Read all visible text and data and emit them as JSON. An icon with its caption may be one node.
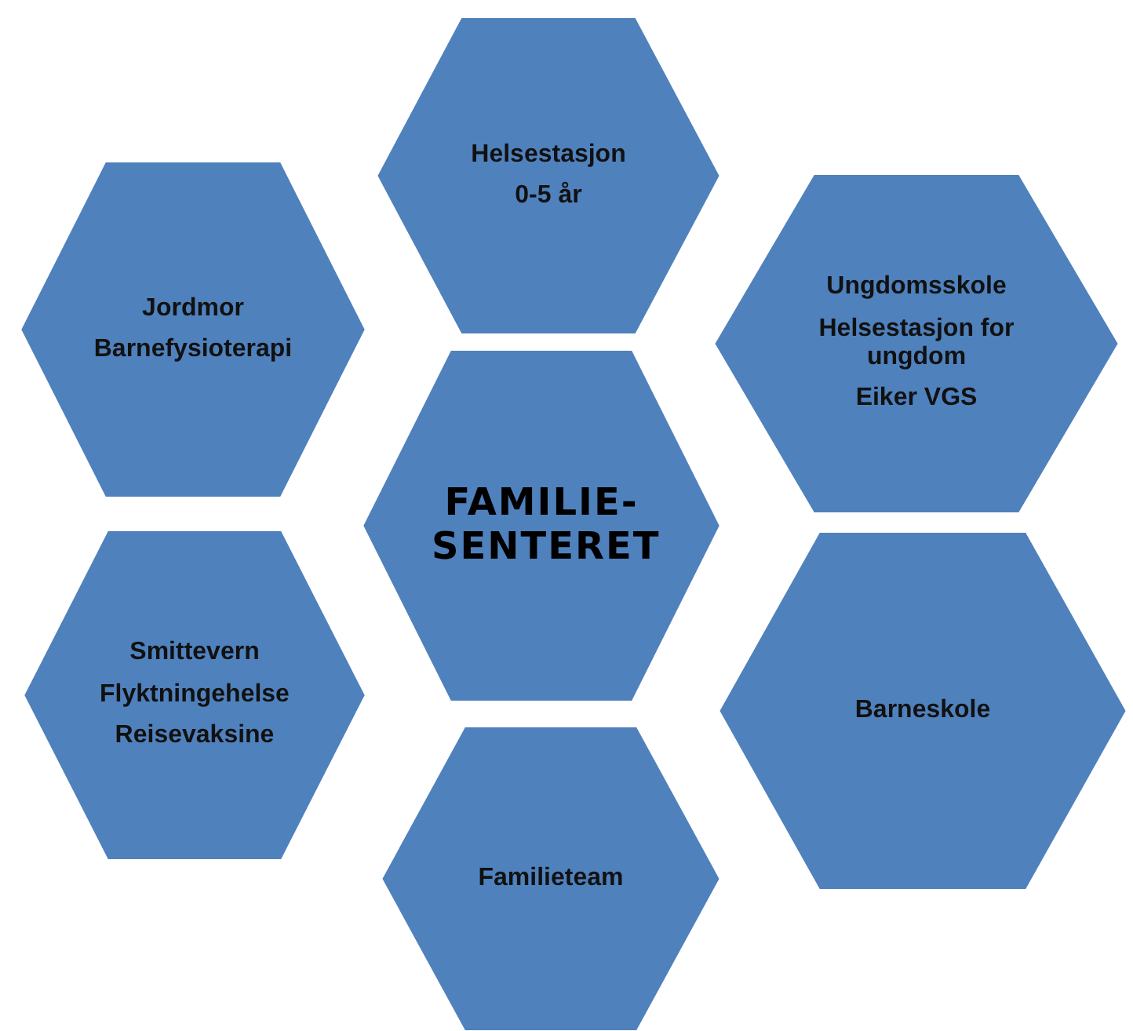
{
  "diagram": {
    "nodes": [
      {
        "text": [
          "Helsestasjon",
          "0-5 år"
        ]
      },
      {
        "text": [
          "Jordmor",
          "Barnefysioterapi"
        ]
      },
      {
        "text": [
          "Ungdomsskole",
          "Helsestasjon for ungdom",
          "Eiker VGS"
        ]
      },
      {
        "text": [
          "FAMILIE- SENTERET"
        ]
      },
      {
        "text": [
          "Smittevern",
          "Flyktningehelse",
          "Reisevaksine"
        ]
      },
      {
        "text": [
          "Barneskole"
        ]
      },
      {
        "text": [
          "Familieteam"
        ]
      }
    ]
  }
}
